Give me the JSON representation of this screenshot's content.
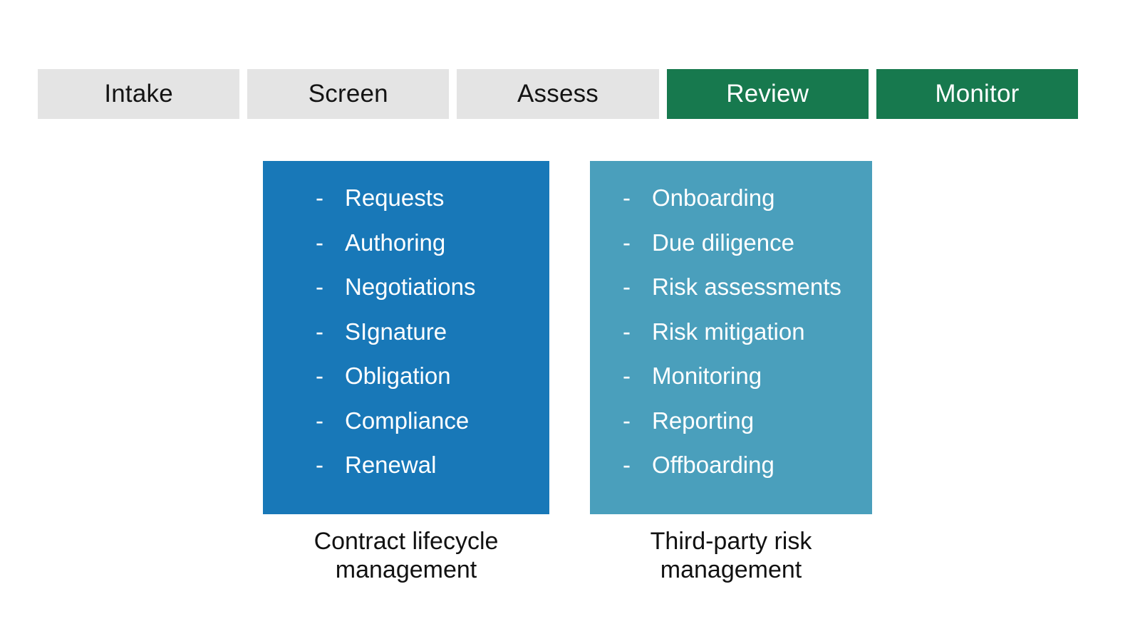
{
  "page": {
    "background": "#ffffff"
  },
  "stages": {
    "inactive_bg": "#e4e4e4",
    "inactive_text": "#141414",
    "active_bg": "#17794e",
    "active_text": "#ffffff",
    "items": [
      {
        "label": "Intake",
        "active": false
      },
      {
        "label": "Screen",
        "active": false
      },
      {
        "label": "Assess",
        "active": false
      },
      {
        "label": "Review",
        "active": true
      },
      {
        "label": "Monitor",
        "active": true
      }
    ]
  },
  "panels": [
    {
      "id": "contract-lifecycle-management",
      "bg": "#1878b8",
      "text_color": "#ffffff",
      "bullet": "-",
      "items": [
        "Requests",
        "Authoring",
        "Negotiations",
        "SIgnature",
        "Obligation",
        "Compliance",
        "Renewal"
      ],
      "caption_lines": [
        "Contract lifecycle",
        "management"
      ]
    },
    {
      "id": "third-party-risk-management",
      "bg": "#4a9fbc",
      "text_color": "#ffffff",
      "bullet": "-",
      "items": [
        "Onboarding",
        "Due diligence",
        "Risk assessments",
        "Risk mitigation",
        "Monitoring",
        "Reporting",
        "Offboarding"
      ],
      "caption_lines": [
        "Third-party risk",
        "management"
      ]
    }
  ]
}
